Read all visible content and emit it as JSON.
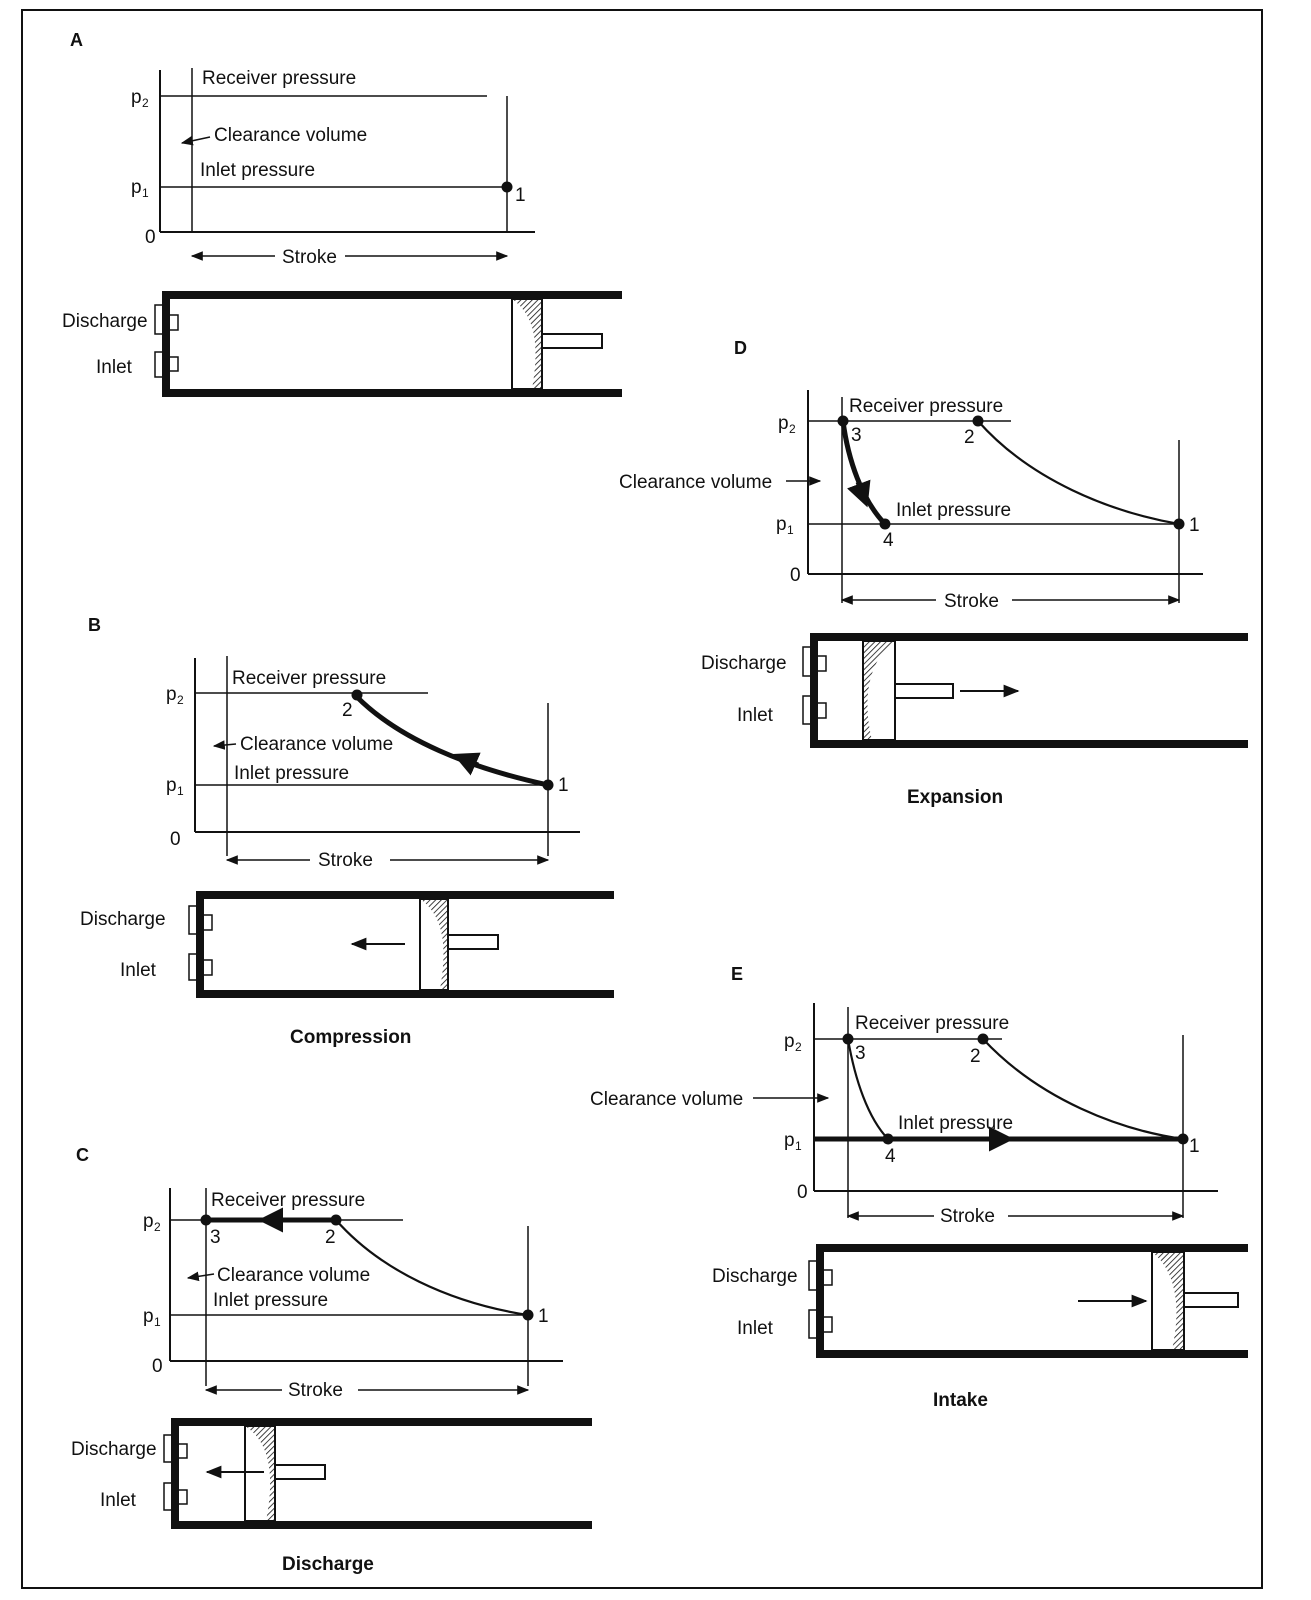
{
  "panels": {
    "a": {
      "letter": "A",
      "caption": ""
    },
    "b": {
      "letter": "B",
      "caption": "Compression"
    },
    "c": {
      "letter": "C",
      "caption": "Discharge"
    },
    "d": {
      "letter": "D",
      "caption": "Expansion"
    },
    "e": {
      "letter": "E",
      "caption": "Intake"
    }
  },
  "labels": {
    "receiver_pressure": "Receiver pressure",
    "clearance_volume": "Clearance volume",
    "inlet_pressure": "Inlet pressure",
    "stroke": "Stroke",
    "discharge": "Discharge",
    "inlet": "Inlet",
    "p2": "p",
    "p1": "p",
    "p2_sub": "2",
    "p1_sub": "1",
    "zero": "0"
  },
  "points": {
    "one": "1",
    "two": "2",
    "three": "3",
    "four": "4"
  },
  "icons": [
    "arrow-left-icon",
    "arrow-right-icon",
    "point-marker-icon",
    "piston-icon"
  ]
}
